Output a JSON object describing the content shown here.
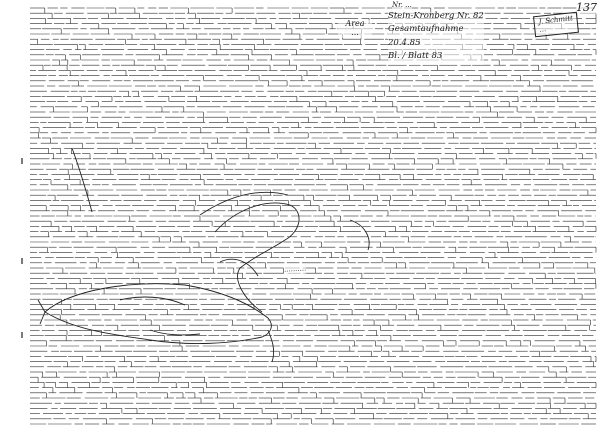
{
  "document": {
    "page_number": "137",
    "top_note": "Nr. ...",
    "tag_area": [
      "Area",
      "..."
    ],
    "title_lines": [
      "Stein-Kronberg Nr. 82",
      "Gesamtaufnahme",
      "20.4.85",
      "Bl. / Blatt 83"
    ],
    "stamp_lines": [
      "J. Schmitt",
      "..."
    ],
    "mid_note": "..........",
    "side_label": "..........",
    "colors": {
      "paper": "#ffffff",
      "ink": "#1a1a1a"
    }
  }
}
